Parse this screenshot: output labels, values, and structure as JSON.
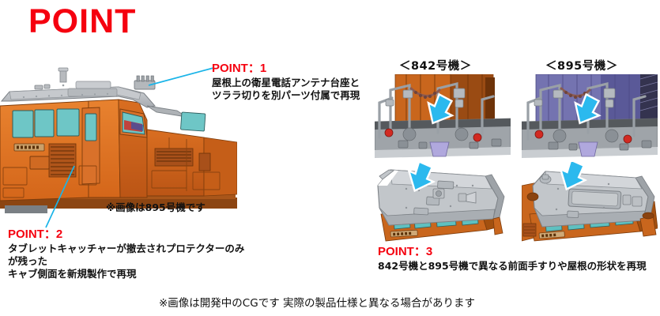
{
  "title": "POINT",
  "points": [
    {
      "id": "point-1",
      "head": "POINT：1",
      "body": "屋根上の衛星電話アンテナ台座と\nツララ切りを別パーツ付属で再現"
    },
    {
      "id": "point-2",
      "head": "POINT：2",
      "body": "タブレットキャッチャーが撤去されプロテクターのみが残った\nキャブ側面を新規製作で再現"
    },
    {
      "id": "point-3",
      "head": "POINT：3",
      "body": "842号機と895号機で異なる前面手すりや屋根の形状を再現"
    }
  ],
  "captions": {
    "main_image_note": "※画像は895号機です",
    "footer_note": "※画像は開発中のCGです  実際の製品仕様と異なる場合があります"
  },
  "sections": [
    {
      "id": "unit-842",
      "label": "＜842号機＞"
    },
    {
      "id": "unit-895",
      "label": "＜895号機＞"
    }
  ],
  "figures": {
    "main": "orange-diesel-locomotive-cab-side-cg",
    "a": "842-front-handrail-detail-cg",
    "b": "895-front-handrail-detail-cg",
    "c": "842-cab-roof-detail-cg",
    "d": "895-cab-roof-detail-cg"
  },
  "colors": {
    "accent_red": "#f5000f",
    "leader_cyan": "#1ab4e8",
    "arrow_cyan": "#2bb9ee",
    "body_orange": "#e0701f",
    "body_orange_dark": "#b8541a",
    "roof_gray": "#b9bcc0",
    "window_teal": "#63c2c2",
    "body_purple": "#6b6aa8",
    "text_black": "#111111"
  }
}
